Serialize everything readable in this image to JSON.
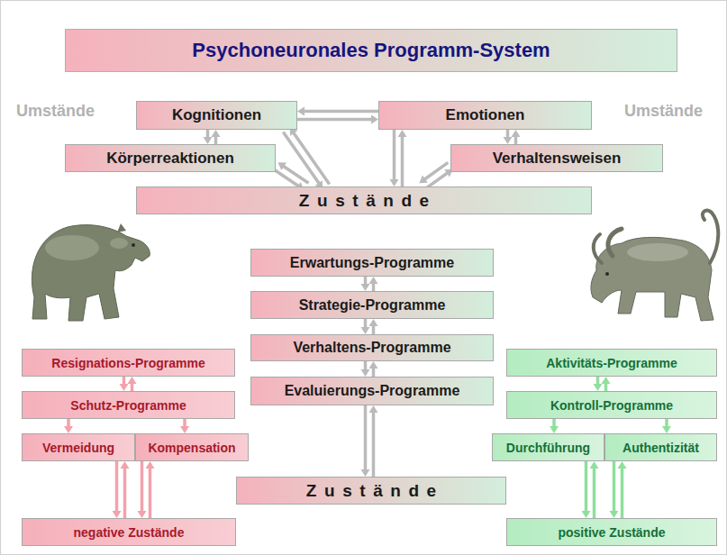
{
  "diagram": {
    "title": "Psychoneuronales Programm-System",
    "nodes": [
      {
        "text": [
          "Kognitionen"
        ]
      },
      {
        "text": [
          "Emotionen"
        ]
      },
      {
        "text": [
          "Körperreaktionen"
        ]
      },
      {
        "text": [
          "Verhaltensweisen"
        ]
      },
      {
        "text": [
          "Zustände"
        ]
      },
      {
        "text": [
          "Erwartungs-Programme"
        ]
      },
      {
        "text": [
          "Strategie-Programme"
        ]
      },
      {
        "text": [
          "Verhaltens-Programme"
        ]
      },
      {
        "text": [
          "Evaluierungs-Programme"
        ]
      },
      {
        "text": [
          "Resignations-Programme"
        ]
      },
      {
        "text": [
          "Schutz-Programme"
        ]
      },
      {
        "text": [
          "Vermeidung"
        ]
      },
      {
        "text": [
          "Kompensation"
        ]
      },
      {
        "text": [
          "Aktivitäts-Programme"
        ]
      },
      {
        "text": [
          "Kontroll-Programme"
        ]
      },
      {
        "text": [
          "Durchführung"
        ]
      },
      {
        "text": [
          "Authentizität"
        ]
      },
      {
        "text": [
          "Zustände"
        ]
      },
      {
        "text": [
          "negative Zustände"
        ]
      },
      {
        "text": [
          "positive Zustände"
        ]
      }
    ],
    "edges": [
      {
        "from": 0,
        "to": 1,
        "arrow": "both"
      },
      {
        "from": 0,
        "to": 2,
        "arrow": "both"
      },
      {
        "from": 1,
        "to": 3,
        "arrow": "both"
      },
      {
        "from": 0,
        "to": 4,
        "arrow": "both"
      },
      {
        "from": 1,
        "to": 4,
        "arrow": "both"
      },
      {
        "from": 2,
        "to": 4,
        "arrow": "both"
      },
      {
        "from": 3,
        "to": 4,
        "arrow": "both"
      },
      {
        "from": 5,
        "to": 6,
        "arrow": "both"
      },
      {
        "from": 6,
        "to": 7,
        "arrow": "both"
      },
      {
        "from": 7,
        "to": 8,
        "arrow": "both"
      },
      {
        "from": 8,
        "to": 17,
        "arrow": "both"
      },
      {
        "from": 9,
        "to": 10,
        "arrow": "both"
      },
      {
        "from": 10,
        "to": 11,
        "arrow": "to"
      },
      {
        "from": 10,
        "to": 12,
        "arrow": "to"
      },
      {
        "from": 11,
        "to": 18,
        "arrow": "both"
      },
      {
        "from": 12,
        "to": 18,
        "arrow": "both"
      },
      {
        "from": 13,
        "to": 14,
        "arrow": "both"
      },
      {
        "from": 14,
        "to": 15,
        "arrow": "to"
      },
      {
        "from": 14,
        "to": 16,
        "arrow": "to"
      },
      {
        "from": 15,
        "to": 19,
        "arrow": "both"
      },
      {
        "from": 16,
        "to": 19,
        "arrow": "both"
      }
    ],
    "labels": [
      "Umstände",
      "Umstände"
    ]
  }
}
